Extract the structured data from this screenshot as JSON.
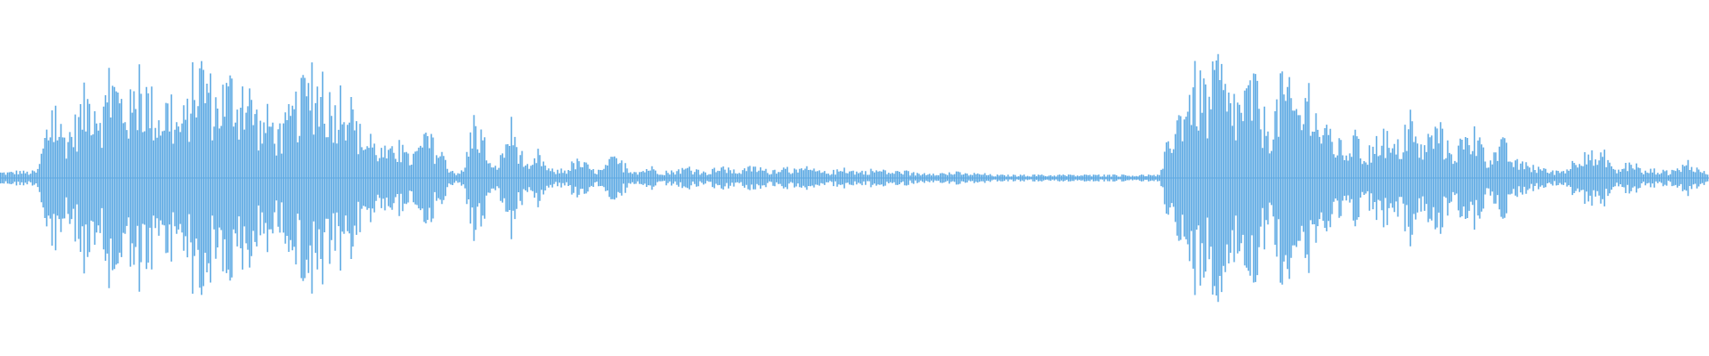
{
  "waveform": {
    "color": "#5DA9E3",
    "background": "#FFFFFF",
    "amplitude_envelope": [
      0.04,
      0.04,
      0.05,
      0.04,
      0.05,
      0.35,
      0.42,
      0.3,
      0.38,
      0.55,
      0.62,
      0.48,
      0.7,
      0.58,
      0.52,
      0.66,
      0.6,
      0.45,
      0.54,
      0.4,
      0.45,
      0.75,
      0.8,
      0.55,
      0.62,
      0.68,
      0.52,
      0.6,
      0.38,
      0.45,
      0.3,
      0.42,
      0.55,
      0.62,
      0.7,
      0.58,
      0.52,
      0.65,
      0.42,
      0.3,
      0.25,
      0.2,
      0.18,
      0.22,
      0.14,
      0.2,
      0.28,
      0.22,
      0.1,
      0.04,
      0.05,
      0.42,
      0.3,
      0.05,
      0.15,
      0.38,
      0.2,
      0.05,
      0.18,
      0.06,
      0.05,
      0.06,
      0.12,
      0.1,
      0.05,
      0.06,
      0.14,
      0.1,
      0.06,
      0.05,
      0.08,
      0.05,
      0.04,
      0.06,
      0.07,
      0.05,
      0.04,
      0.06,
      0.07,
      0.05,
      0.05,
      0.08,
      0.06,
      0.05,
      0.08,
      0.06,
      0.05,
      0.07,
      0.05,
      0.04,
      0.05,
      0.06,
      0.05,
      0.04,
      0.06,
      0.05,
      0.04,
      0.05,
      0.04,
      0.03,
      0.04,
      0.04,
      0.03,
      0.04,
      0.03,
      0.03,
      0.03,
      0.02,
      0.02,
      0.02,
      0.02,
      0.02,
      0.02,
      0.02,
      0.02,
      0.02,
      0.02,
      0.02,
      0.02,
      0.02,
      0.02,
      0.02,
      0.02,
      0.02,
      0.02,
      0.02,
      0.3,
      0.45,
      0.62,
      0.7,
      0.52,
      0.75,
      0.6,
      0.48,
      0.58,
      0.66,
      0.44,
      0.38,
      0.62,
      0.58,
      0.5,
      0.55,
      0.42,
      0.3,
      0.25,
      0.2,
      0.28,
      0.15,
      0.22,
      0.35,
      0.18,
      0.25,
      0.4,
      0.2,
      0.3,
      0.35,
      0.22,
      0.2,
      0.28,
      0.3,
      0.15,
      0.18,
      0.25,
      0.12,
      0.1,
      0.08,
      0.06,
      0.05,
      0.04,
      0.08,
      0.15,
      0.22,
      0.12,
      0.18,
      0.05,
      0.08,
      0.12,
      0.04,
      0.06,
      0.05,
      0.04,
      0.08,
      0.12,
      0.05,
      0.04
    ]
  }
}
